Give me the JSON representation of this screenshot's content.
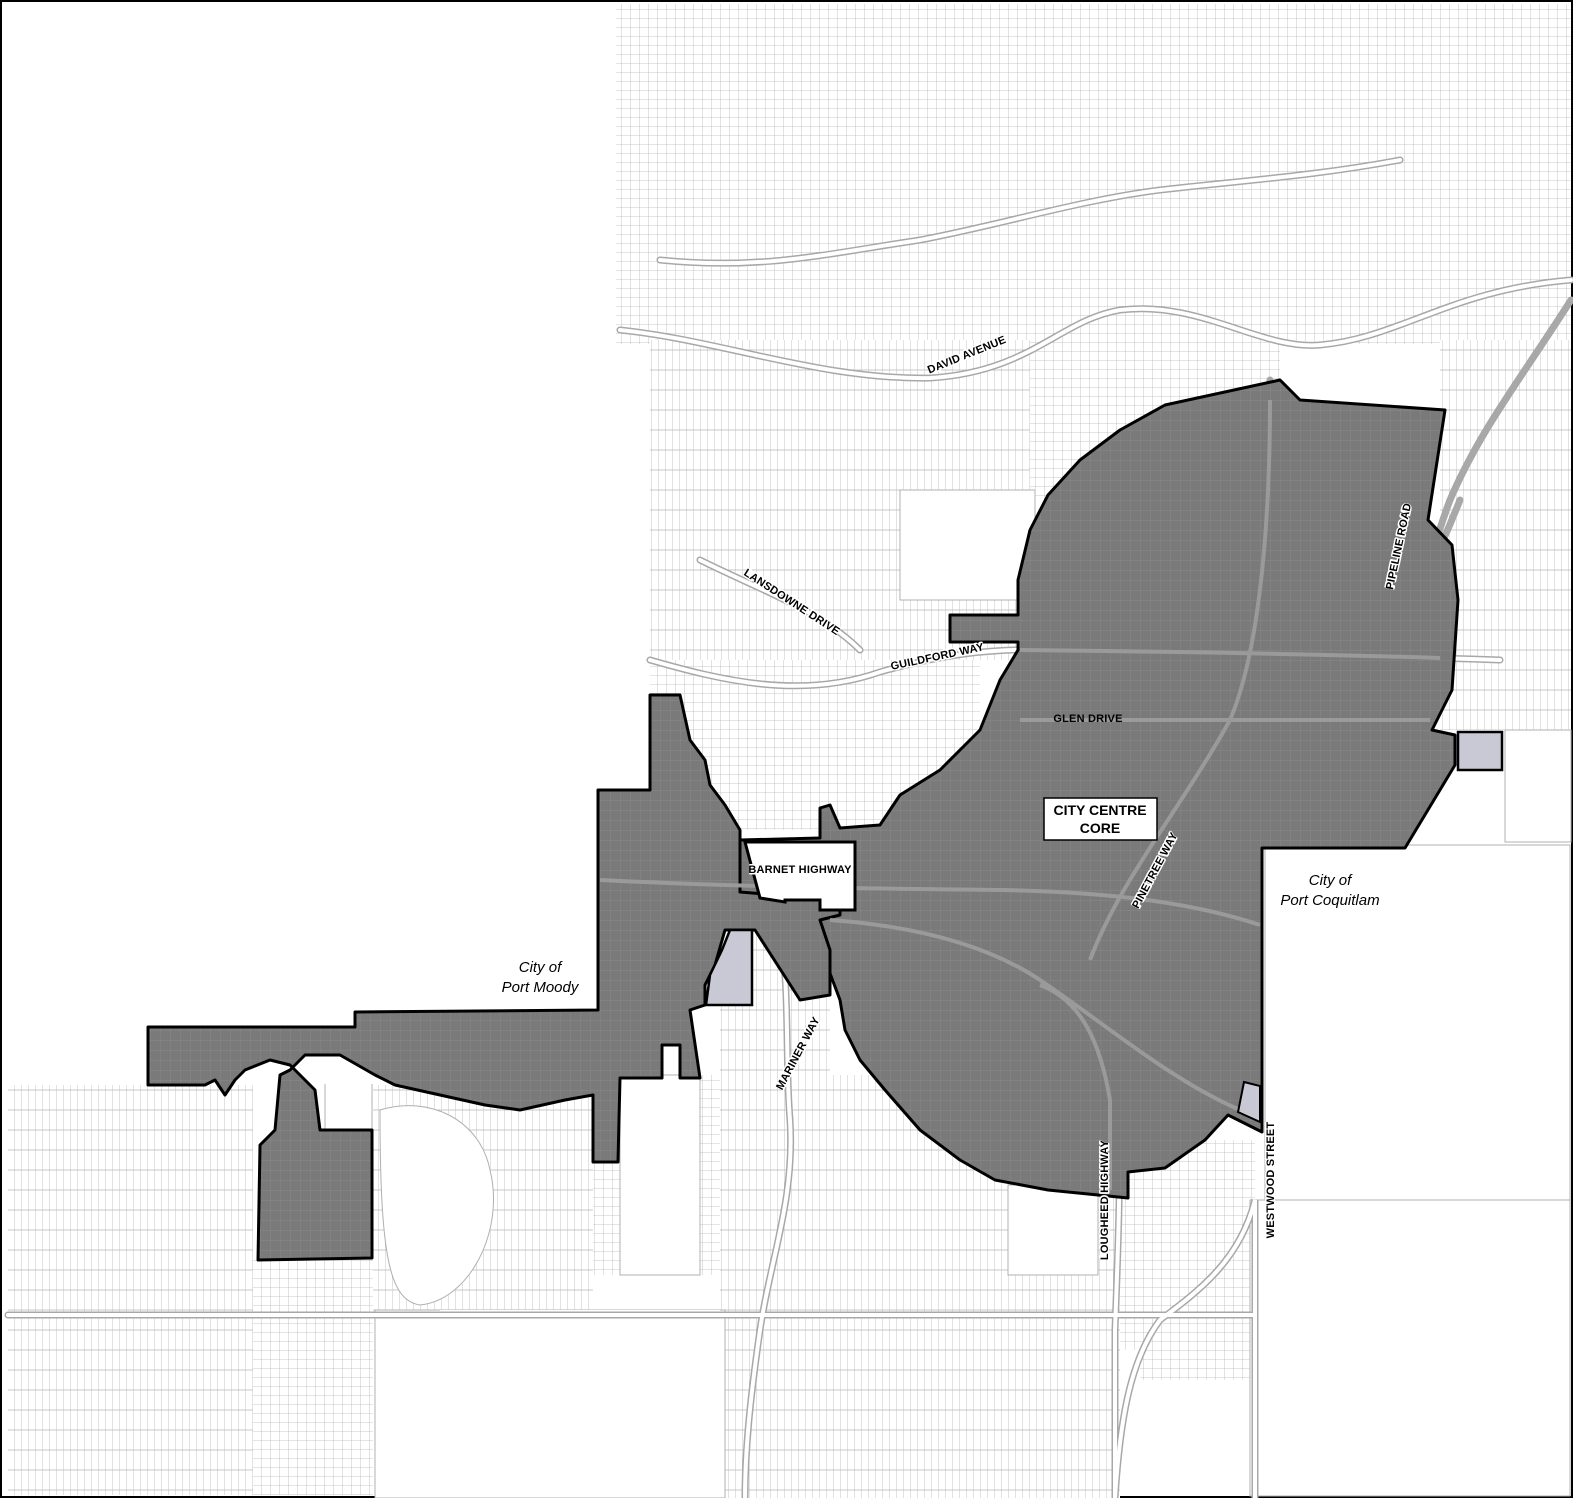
{
  "map": {
    "labels": {
      "core_line1": "CITY CENTRE",
      "core_line2": "CORE",
      "city_port_moody_line1": "City of",
      "city_port_moody_line2": "Port Moody",
      "city_port_coquitlam_line1": "City of",
      "city_port_coquitlam_line2": "Port Coquitlam"
    },
    "roads": {
      "david_avenue": "DAVID AVENUE",
      "lansdowne_drive": "LANSDOWNE DRIVE",
      "guildford_way": "GUILDFORD WAY",
      "glen_drive": "GLEN DRIVE",
      "pipeline_road": "PIPELINE ROAD",
      "barnet_highway": "BARNET HIGHWAY",
      "pinetree_way": "PINETREE WAY",
      "mariner_way": "MARINER WAY",
      "lougheed_highway": "LOUGHEED HIGHWAY",
      "westwood_street": "WESTWOOD STREET"
    },
    "colors": {
      "core_area": "#7a7a7a",
      "parcel_line": "#b0b0b0",
      "road_casing": "#a8a8a8",
      "boundary": "#000000",
      "highlight_parcel": "#c9c9d6"
    }
  }
}
